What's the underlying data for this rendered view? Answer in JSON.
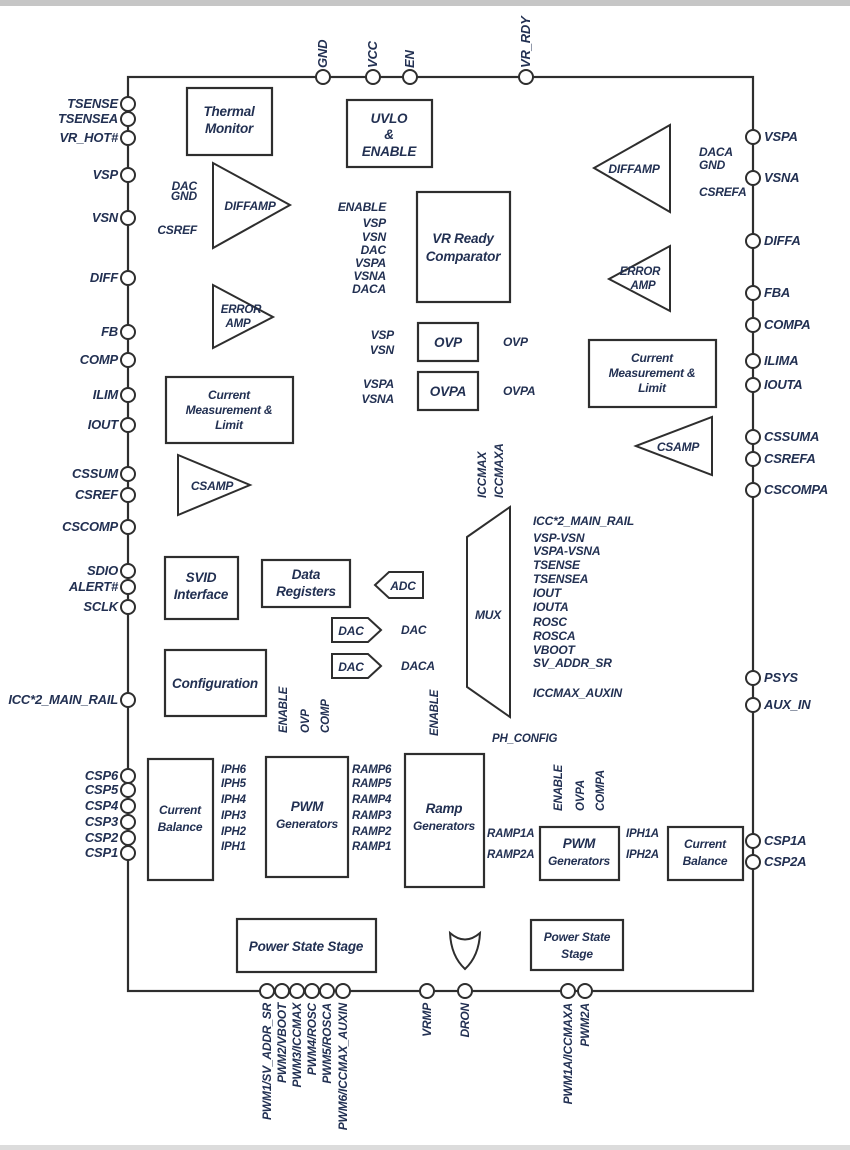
{
  "colors": {
    "background": "#ffffff",
    "line": "#2e2e2e",
    "text": "#223052",
    "edge_strip": "#c6c6c6"
  },
  "pins": {
    "top": [
      "GND",
      "VCC",
      "EN",
      "VR_RDY"
    ],
    "left": [
      "TSENSE",
      "TSENSEA",
      "VR_HOT#",
      "VSP",
      "VSN",
      "DIFF",
      "FB",
      "COMP",
      "ILIM",
      "IOUT",
      "CSSUM",
      "CSREF",
      "CSCOMP",
      "SDIO",
      "ALERT#",
      "SCLK",
      "ICC*2_MAIN_RAIL",
      "CSP6",
      "CSP5",
      "CSP4",
      "CSP3",
      "CSP2",
      "CSP1"
    ],
    "right": [
      "VSPA",
      "VSNA",
      "DIFFA",
      "FBA",
      "COMPA",
      "ILIMA",
      "IOUTA",
      "CSSUMA",
      "CSREFA",
      "CSCOMPA",
      "PSYS",
      "AUX_IN",
      "CSP1A",
      "CSP2A"
    ],
    "bottom": [
      "PWM1/SV_ADDR_SR",
      "PWM2/VBOOT",
      "PWM3/ICCMAX",
      "PWM4/ROSC",
      "PWM5/ROSCA",
      "PWM6/ICCMAX_AUXIN",
      "VRMP",
      "DRON",
      "PWM1A/ICCMAXA",
      "PWM2A"
    ]
  },
  "blocks": {
    "thermal_monitor": {
      "l1": "Thermal",
      "l2": "Monitor"
    },
    "uvlo_enable": {
      "l1": "UVLO",
      "l2": "&",
      "l3": "ENABLE"
    },
    "vr_ready_comparator": {
      "l1": "VR Ready",
      "l2": "Comparator"
    },
    "ovp": "OVP",
    "ovpa": "OVPA",
    "current_measurement": {
      "l1": "Current",
      "l2": "Measurement &",
      "l3": "Limit"
    },
    "svid_interface": {
      "l1": "SVID",
      "l2": "Interface"
    },
    "data_registers": {
      "l1": "Data",
      "l2": "Registers"
    },
    "adc": "ADC",
    "dac": "DAC",
    "configuration": "Configuration",
    "mux": "MUX",
    "current_balance": {
      "l1": "Current",
      "l2": "Balance"
    },
    "pwm_generators": {
      "l1": "PWM",
      "l2": "Generators"
    },
    "ramp_generators": {
      "l1": "Ramp",
      "l2": "Generators"
    },
    "power_state_stage": "Power State Stage",
    "power_state_stage_2": {
      "l1": "Power State",
      "l2": "Stage"
    },
    "diffamp": "DIFFAMP",
    "error_amp": {
      "l1": "ERROR",
      "l2": "AMP"
    },
    "csamp": "CSAMP"
  },
  "signals": {
    "diffamp_left_inputs": [
      "DAC",
      "GND",
      "CSREF"
    ],
    "diffamp_right_inputs": [
      "DACA",
      "GND",
      "CSREFA"
    ],
    "vr_comparator_inputs": [
      "ENABLE",
      "VSP",
      "VSN",
      "DAC",
      "VSPA",
      "VSNA",
      "DACA"
    ],
    "ovp_inputs": [
      "VSP",
      "VSN"
    ],
    "ovp_output": "OVP",
    "ovpa_inputs": [
      "VSPA",
      "VSNA"
    ],
    "ovpa_output": "OVPA",
    "dac_output": "DAC",
    "daca_output": "DACA",
    "mux_top_inputs": [
      "ICCMAX",
      "ICCMAXA"
    ],
    "mux_inputs": [
      "ICC*2_MAIN_RAIL",
      "VSP-VSN",
      "VSPA-VSNA",
      "TSENSE",
      "TSENSEA",
      "IOUT",
      "IOUTA",
      "ROSC",
      "ROSCA",
      "VBOOT",
      "SV_ADDR_SR"
    ],
    "mux_aux_input": "ICCMAX_AUXIN",
    "iph": [
      "IPH6",
      "IPH5",
      "IPH4",
      "IPH3",
      "IPH2",
      "IPH1"
    ],
    "ramp": [
      "RAMP6",
      "RAMP5",
      "RAMP4",
      "RAMP3",
      "RAMP2",
      "RAMP1"
    ],
    "pwm_controls": [
      "ENABLE",
      "OVP",
      "COMP"
    ],
    "pwm2_controls": [
      "ENABLE",
      "OVPA",
      "COMPA"
    ],
    "ramp_enable": "ENABLE",
    "ph_config": "PH_CONFIG",
    "ramp_a": [
      "RAMP1A",
      "RAMP2A"
    ],
    "iph_a": [
      "IPH1A",
      "IPH2A"
    ]
  }
}
